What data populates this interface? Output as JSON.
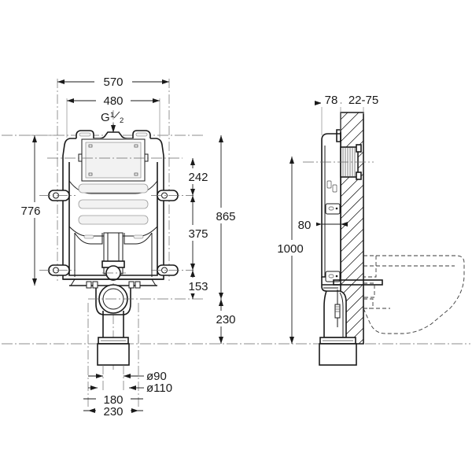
{
  "drawing": {
    "title": "Concealed cistern installation drawing",
    "units": "mm",
    "line_color": "#1a1a1a",
    "background": "#ffffff"
  },
  "front_view": {
    "name": "front-elevation",
    "dimensions": {
      "overall_width": "570",
      "frame_width": "480",
      "left_height": "776",
      "total_height": "865",
      "upper_offset": "242",
      "mid_offset": "375",
      "lower_offset": "153",
      "floor_offset": "230",
      "outlet_small": "ø90",
      "outlet_large": "ø110",
      "base_inner": "180",
      "base_outer": "230"
    },
    "labels": {
      "water_inlet": "G",
      "water_inlet_fraction_num": "1",
      "water_inlet_fraction_den": "2"
    }
  },
  "side_view": {
    "name": "side-section",
    "dimensions": {
      "depth": "78",
      "wall_thickness_range": "22-75",
      "bracket_offset": "80",
      "height_from_floor": "1000"
    }
  }
}
